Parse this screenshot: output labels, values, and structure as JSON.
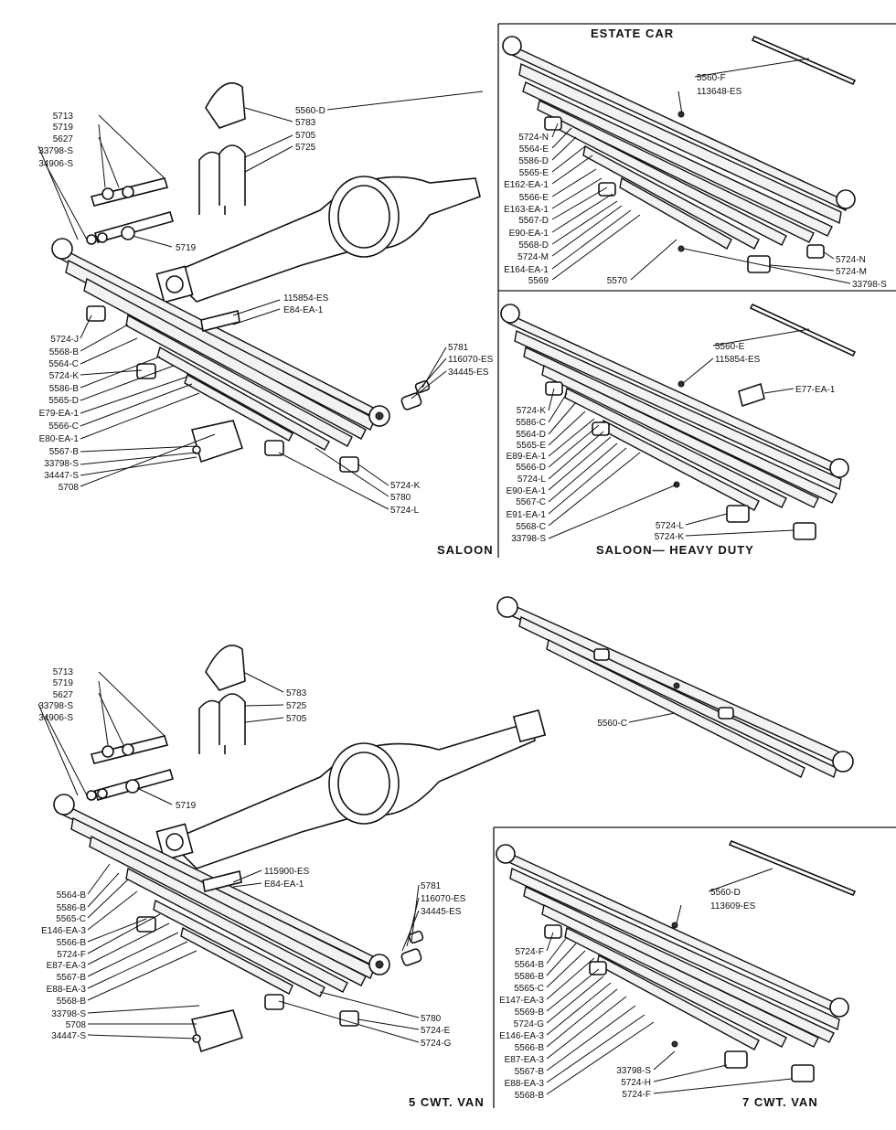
{
  "panels": {
    "saloon": {
      "title": "SALOON",
      "labels_left": [
        "5713",
        "5719",
        "5627",
        "33798-S",
        "34906-S"
      ],
      "label_5719_lower": "5719",
      "labels_top": [
        "5560-D",
        "5783",
        "5705",
        "5725"
      ],
      "labels_center": [
        "115854-ES",
        "E84-EA-1"
      ],
      "labels_spring": [
        "5724-J",
        "5568-B",
        "5564-C",
        "5724-K",
        "5586-B",
        "5565-D",
        "E79-EA-1",
        "5566-C",
        "E80-EA-1",
        "5567-B",
        "33798-S",
        "34447-S",
        "5708"
      ],
      "labels_right": [
        "5781",
        "116070-ES",
        "34445-ES"
      ],
      "labels_bottom": [
        "5724-K",
        "5780",
        "5724-L"
      ]
    },
    "estate": {
      "title": "ESTATE CAR",
      "labels_top": [
        "5560-F",
        "113648-ES"
      ],
      "labels_left": [
        "5724-N",
        "5564-E",
        "5586-D",
        "5565-E",
        "E162-EA-1",
        "5566-E",
        "E163-EA-1",
        "5567-D",
        "E90-EA-1",
        "5568-D",
        "5724-M",
        "E164-EA-1",
        "5569"
      ],
      "labels_bottom": [
        "5570",
        "5724-N",
        "5724-M",
        "33798-S"
      ]
    },
    "heavy": {
      "title": "SALOON— HEAVY DUTY",
      "labels_top": [
        "5560-E",
        "115854-ES",
        "E77-EA-1"
      ],
      "labels_left": [
        "5724-K",
        "5586-C",
        "5564-D",
        "5565-E",
        "E89-EA-1",
        "5566-D",
        "5724-L",
        "E90-EA-1",
        "5567-C",
        "E91-EA-1",
        "5568-C",
        "33798-S"
      ],
      "labels_bottom": [
        "5724-L",
        "5724-K"
      ]
    },
    "van5": {
      "title": "5 CWT. VAN",
      "labels_left": [
        "5713",
        "5719",
        "5627",
        "33798-S",
        "34906-S"
      ],
      "label_5719_lower": "5719",
      "labels_top": [
        "5783",
        "5725",
        "5705"
      ],
      "labels_center": [
        "115900-ES",
        "E84-EA-1"
      ],
      "labels_spring": [
        "5564-B",
        "5586-B",
        "5565-C",
        "E146-EA-3",
        "5566-B",
        "5724-F",
        "E87-EA-3",
        "5567-B",
        "E88-EA-3",
        "5568-B",
        "33798-S",
        "5708",
        "34447-S"
      ],
      "labels_right": [
        "5781",
        "116070-ES",
        "34445-ES"
      ],
      "labels_bottom": [
        "5780",
        "5724-E",
        "5724-G"
      ]
    },
    "single": {
      "labels": [
        "5560-C"
      ]
    },
    "van7": {
      "title": "7 CWT. VAN",
      "labels_top": [
        "5560-D",
        "113609-ES"
      ],
      "labels_left": [
        "5724-F",
        "5564-B",
        "5586-B",
        "5565-C",
        "E147-EA-3",
        "5569-B",
        "5724-G",
        "E146-EA-3",
        "5566-B",
        "E87-EA-3",
        "5567-B",
        "E88-EA-3",
        "5568-B"
      ],
      "labels_bottom": [
        "33798-S",
        "5724-H",
        "5724-F"
      ]
    }
  }
}
